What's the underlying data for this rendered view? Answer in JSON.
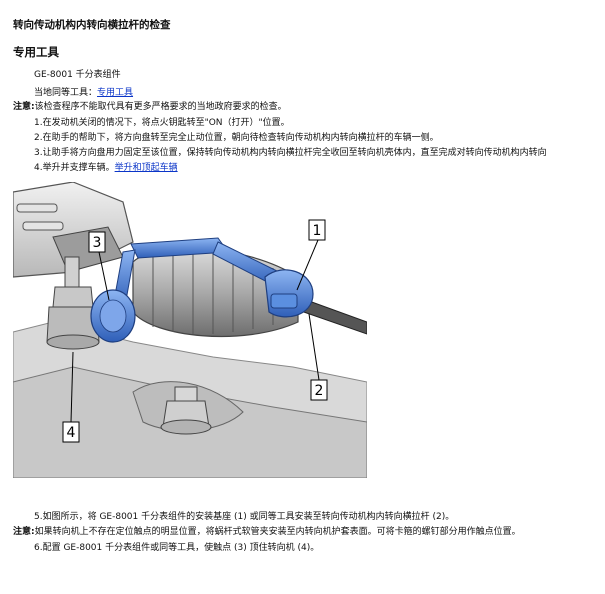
{
  "page_title": "转向传动机构内转向横拉杆的检查",
  "section_heading": "专用工具",
  "tool": {
    "item": "GE-8001 千分表组件",
    "equivalent_prefix": "当地同等工具：",
    "equivalent_link": "专用工具"
  },
  "note1": {
    "label": "注意:",
    "text": "该检查程序不能取代具有更多严格要求的当地政府要求的检查。"
  },
  "steps": {
    "s1": "1.在发动机关闭的情况下，将点火钥匙转至\"ON（打开）\"位置。",
    "s2": "2.在助手的帮助下，将方向盘转至完全止动位置，朝向待检查转向传动机构内转向横拉杆的车辆一侧。",
    "s3": "3.让助手将方向盘用力固定至该位置，保持转向传动机构内转向横拉杆完全收回至转向机壳体内，直至完成对转向传动机构内转向",
    "s4_prefix": "4.举升并支撑车辆。",
    "s4_link": "举升和顶起车辆",
    "s5": "5.如图所示，将 GE-8001 千分表组件的安装基座 (1) 或同等工具安装至转向传动机构内转向横拉杆 (2)。",
    "s6": "6.配置 GE-8001 千分表组件或同等工具，使触点 (3) 顶住转向机 (4)。"
  },
  "note2": {
    "label": "注意:",
    "text": "如果转向机上不存在定位触点的明显位置，将蜗杆式软管夹安装至内转向机护套表面。可将卡箍的螺钉部分用作触点位置。"
  },
  "figure": {
    "callouts": [
      "1",
      "2",
      "3",
      "4"
    ],
    "colors": {
      "tool_blue": "#5b8fe0",
      "tool_blue_dark": "#2f5fb8",
      "metal_light": "#e6e6e6",
      "metal_mid": "#bdbdbd",
      "metal_dark": "#6f6f6f"
    }
  }
}
